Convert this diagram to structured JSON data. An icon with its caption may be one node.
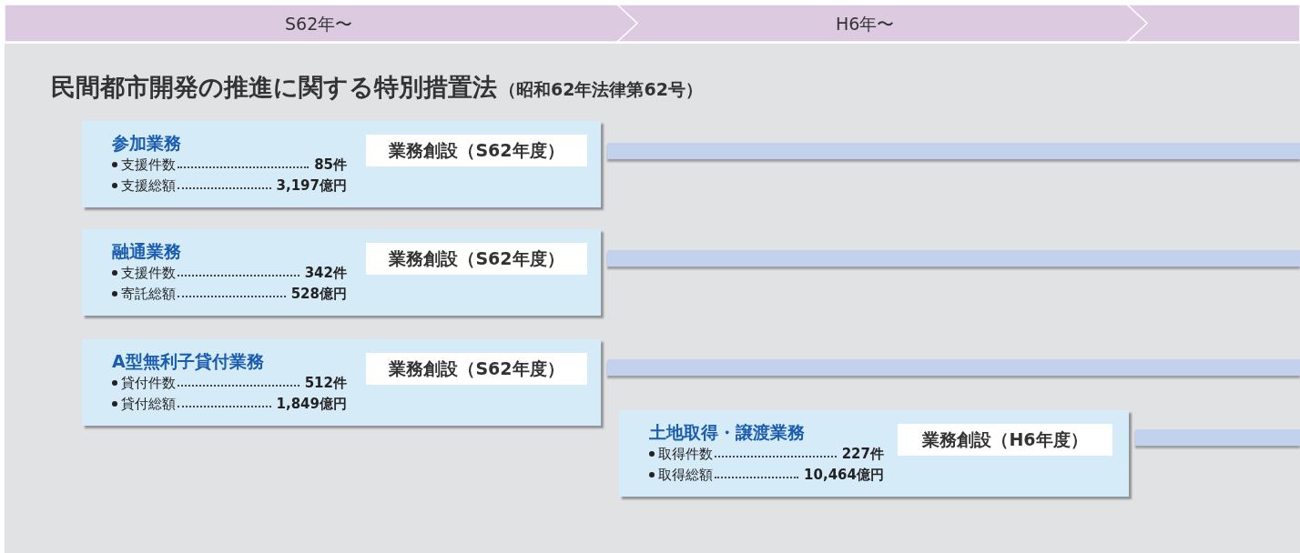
{
  "diagram": {
    "title": "民間都市開発の推進に関する特別措置法",
    "nodes": [
      {
        "text": [
          "参加業務",
          "支援件数",
          "85件",
          "支援総額",
          "3,197億円",
          "業務創設（S62年度）"
        ]
      },
      {
        "text": [],
        "shape": "bar"
      },
      {
        "text": [
          "融通業務",
          "支援件数",
          "342件",
          "寄託総額",
          "528億円",
          "業務創設（S62年度）"
        ]
      },
      {
        "text": [],
        "shape": "bar"
      },
      {
        "text": [
          "A型無利子貸付業務",
          "貸付件数",
          "512件",
          "貸付総額",
          "1,849億円",
          "業務創設（S62年度）"
        ]
      },
      {
        "text": [],
        "shape": "bar"
      },
      {
        "text": [
          "土地取得・譲渡業務",
          "取得件数",
          "227件",
          "取得総額",
          "10,464億円",
          "業務創設（H6年度）"
        ]
      },
      {
        "text": [],
        "shape": "bar"
      }
    ],
    "labels": [
      "S62年〜",
      "H6年〜",
      "（昭和62年法律第62号）"
    ]
  }
}
